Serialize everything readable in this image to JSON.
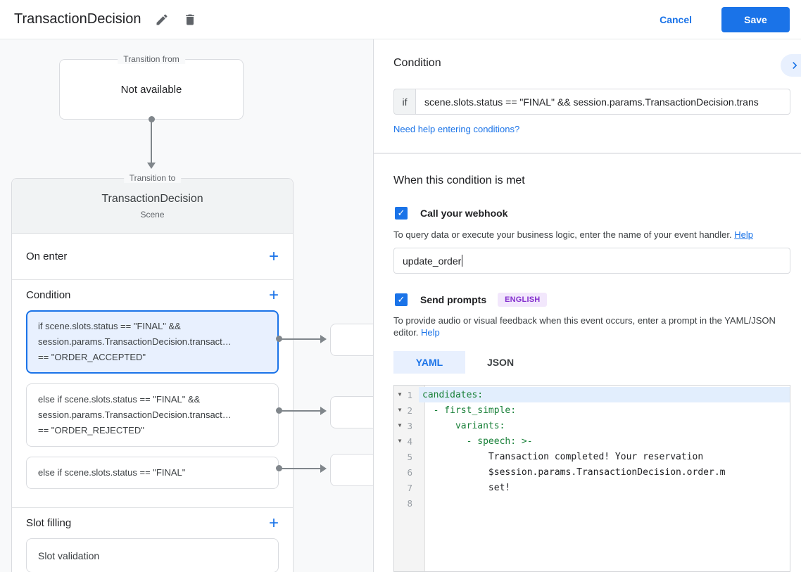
{
  "colors": {
    "accent_blue": "#1a73e8",
    "selected_bg": "#e8f0fe",
    "connector_gray": "#80868b",
    "badge_purple": "#8430ce",
    "code_green": "#188038"
  },
  "icons": {
    "add_glyph": "+",
    "check_glyph": "✓",
    "fold_glyph": "▼"
  },
  "header": {
    "title": "TransactionDecision",
    "cancel": "Cancel",
    "save": "Save"
  },
  "flow": {
    "from_legend": "Transition from",
    "from_content": "Not available",
    "to_legend": "Transition to",
    "scene_title": "TransactionDecision",
    "scene_subtitle": "Scene",
    "on_enter_label": "On enter",
    "condition_label": "Condition",
    "slot_filling_label": "Slot filling",
    "conditions": [
      {
        "lines": [
          "if scene.slots.status == \"FINAL\" &&",
          "session.params.TransactionDecision.transact…",
          "== \"ORDER_ACCEPTED\""
        ]
      },
      {
        "lines": [
          "else if scene.slots.status == \"FINAL\" &&",
          "session.params.TransactionDecision.transact…",
          "== \"ORDER_REJECTED\""
        ]
      },
      {
        "lines": [
          "else if scene.slots.status == \"FINAL\""
        ]
      }
    ],
    "slot_items": [
      {
        "label": "Slot validation"
      }
    ]
  },
  "panel": {
    "heading": "Condition",
    "if_label": "if",
    "if_value": "scene.slots.status == \"FINAL\" && session.params.TransactionDecision.trans",
    "help_conditions": "Need help entering conditions?",
    "when_heading": "When this condition is met",
    "webhook_label": "Call your webhook",
    "webhook_desc": "To query data or execute your business logic, enter the name of your event handler.",
    "webhook_help": "Help",
    "webhook_value": "update_order",
    "prompts_label": "Send prompts",
    "prompts_badge": "ENGLISH",
    "prompts_desc": "To provide audio or visual feedback when this event occurs, enter a prompt in the YAML/JSON editor.",
    "prompts_help": "Help",
    "tabs": {
      "yaml": "YAML",
      "json": "JSON"
    },
    "editor": {
      "lines": [
        {
          "num": "1",
          "code": "candidates:"
        },
        {
          "num": "2",
          "code": "  - first_simple:"
        },
        {
          "num": "3",
          "code": "      variants:"
        },
        {
          "num": "4",
          "code": "        - speech: >-"
        },
        {
          "num": "5",
          "code": "            Transaction completed! Your reservation"
        },
        {
          "num": "6",
          "code": "            $session.params.TransactionDecision.order.m"
        },
        {
          "num": "7",
          "code": "            set!"
        },
        {
          "num": "8",
          "code": ""
        }
      ]
    }
  }
}
